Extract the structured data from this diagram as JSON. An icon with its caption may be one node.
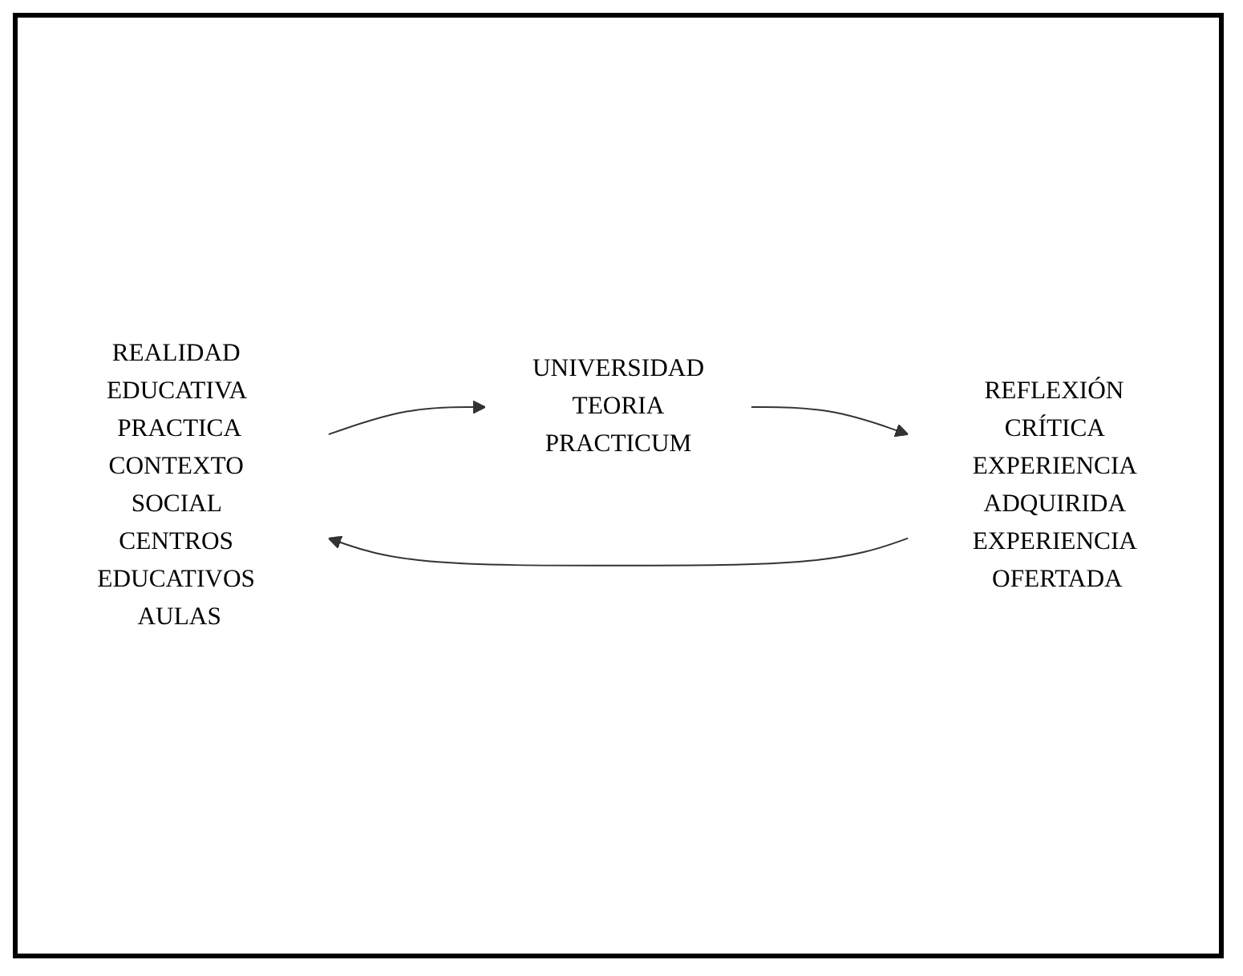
{
  "diagram": {
    "nodes": [
      {
        "text": [
          "REALIDAD EDUCATIVA PRACTICA",
          "CONTEXTO SOCIAL CENTROS EDUCATIVOS AULAS"
        ]
      },
      {
        "text": [
          "UNIVERSIDAD",
          "TEORIA",
          "PRACTICUM"
        ]
      },
      {
        "text": [
          "REFLEXIÓN CRÍTICA EXPERIENCIA ADQUIRIDA EXPERIENCIA OFERTADA"
        ]
      }
    ],
    "edges": [
      {
        "from": 0,
        "to": 1,
        "arrow": "to"
      },
      {
        "from": 1,
        "to": 2,
        "arrow": "to"
      },
      {
        "from": 2,
        "to": 0,
        "arrow": "to"
      }
    ]
  }
}
